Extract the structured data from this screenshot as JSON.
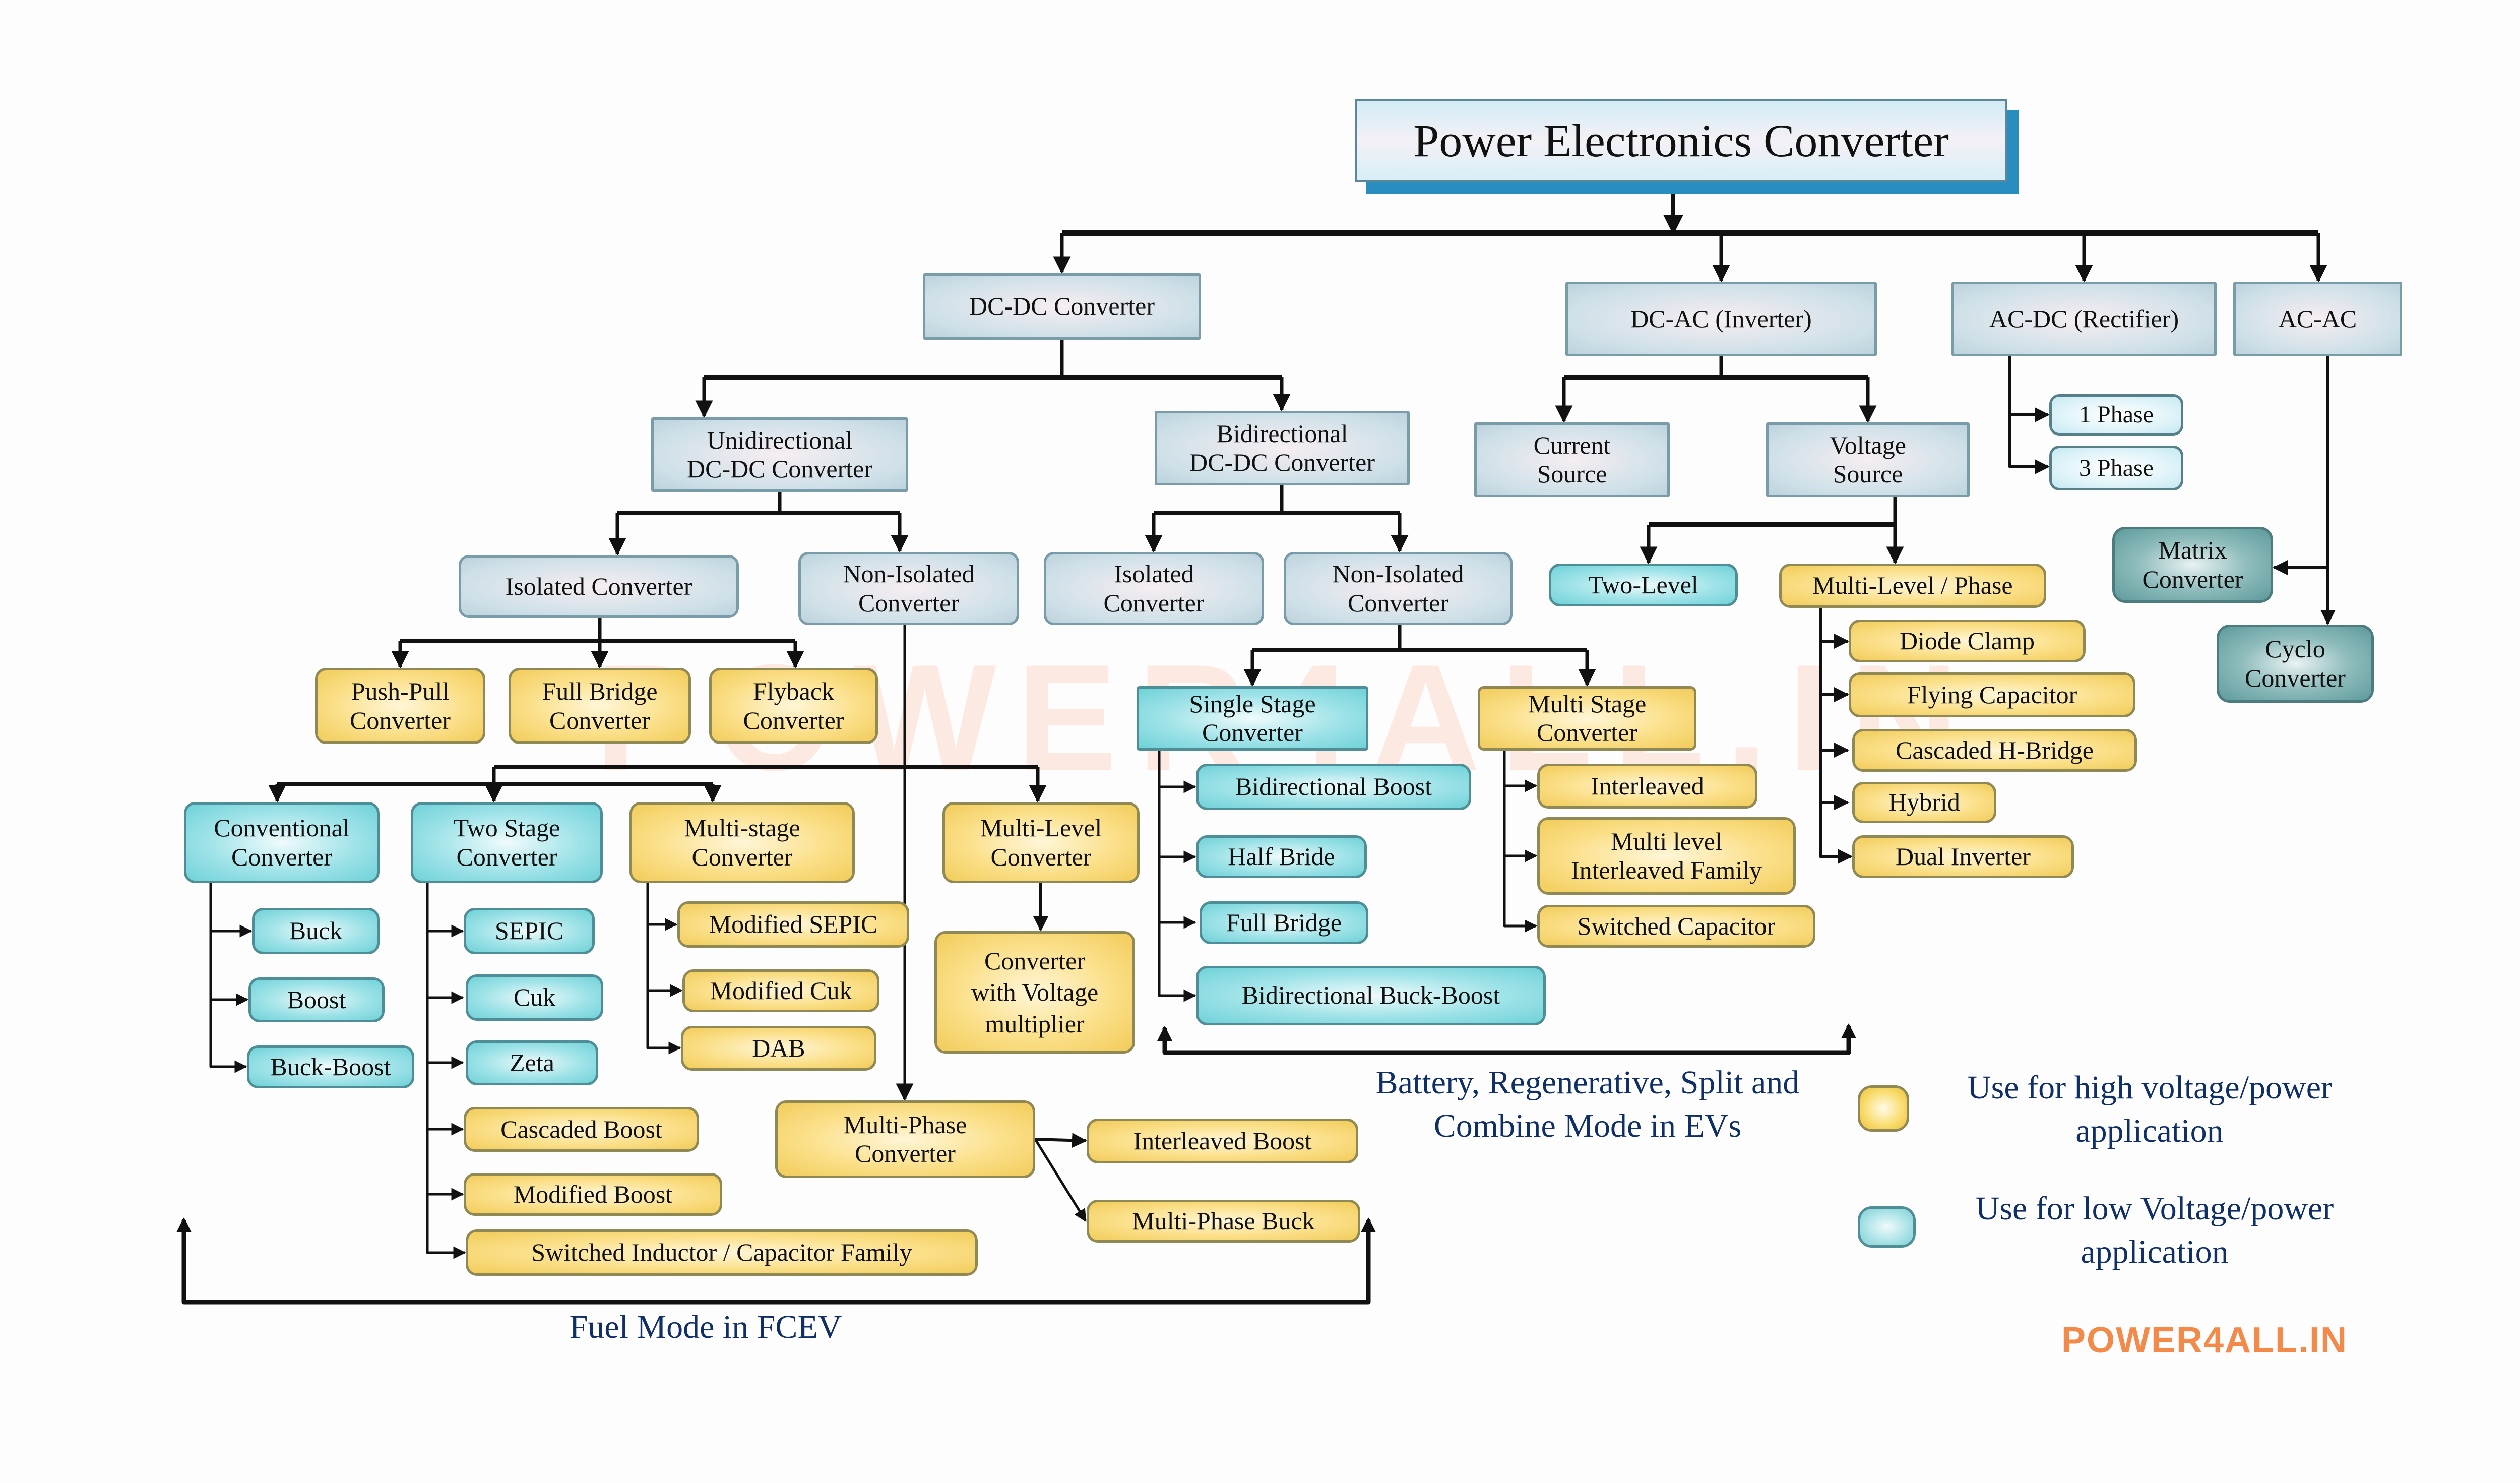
{
  "title": "Power Electronics Converter",
  "watermark": "POWER4ALL.IN",
  "brand": "POWER4ALL.IN",
  "colors": {
    "high_power": "#f7d56a",
    "low_power": "#8fdde3",
    "category": "#cfe0e8",
    "ac_ac": "#6fa4a5",
    "caption_text": "#0f2f66",
    "brand": "#f48a4a",
    "title_shadow": "#2a8dbf"
  },
  "nodes": {
    "dcdc": "DC-DC Converter",
    "dcac": "DC-AC (Inverter)",
    "acdc": "AC-DC (Rectifier)",
    "acac": "AC-AC",
    "unidirectional": "Unidirectional\nDC-DC Converter",
    "bidirectional": "Bidirectional\nDC-DC Converter",
    "uni_isolated": "Isolated Converter",
    "uni_nonisolated": "Non-Isolated\nConverter",
    "bi_isolated": "Isolated\nConverter",
    "bi_nonisolated": "Non-Isolated\nConverter",
    "current_source": "Current\nSource",
    "voltage_source": "Voltage\nSource",
    "phase1": "1 Phase",
    "phase3": "3 Phase",
    "two_level": "Two-Level",
    "multi_level_phase": "Multi-Level / Phase",
    "matrix": "Matrix\nConverter",
    "cyclo": "Cyclo\nConverter",
    "push_pull": "Push-Pull\nConverter",
    "full_bridge_conv": "Full Bridge\nConverter",
    "flyback": "Flyback\nConverter",
    "single_stage": "Single Stage\nConverter",
    "multi_stage_b": "Multi Stage\nConverter",
    "diode_clamp": "Diode Clamp",
    "flying_capacitor": "Flying Capacitor",
    "cascaded_hbridge": "Cascaded H-Bridge",
    "hybrid": "Hybrid",
    "dual_inverter": "Dual Inverter",
    "interleaved": "Interleaved",
    "ml_interleaved": "Multi level\nInterleaved Family",
    "switched_capacitor": "Switched Capacitor",
    "bidir_boost": "Bidirectional Boost",
    "half_bride": "Half Bride",
    "full_bridge": "Full Bridge",
    "bidir_buck_boost": "Bidirectional Buck-Boost",
    "conventional": "Conventional\nConverter",
    "two_stage": "Two Stage\nConverter",
    "multi_stage_u": "Multi-stage\nConverter",
    "multi_level_conv": "Multi-Level\nConverter",
    "buck": "Buck",
    "boost": "Boost",
    "buck_boost": "Buck-Boost",
    "sepic": "SEPIC",
    "cuk": "Cuk",
    "zeta": "Zeta",
    "mod_sepic": "Modified SEPIC",
    "mod_cuk": "Modified Cuk",
    "dab": "DAB",
    "cascaded_boost": "Cascaded Boost",
    "modified_boost": "Modified Boost",
    "switched_inductor": "Switched Inductor / Capacitor Family",
    "conv_voltage_mult": "Converter\nwith Voltage\nmultiplier",
    "multi_phase": "Multi-Phase\nConverter",
    "interleaved_boost": "Interleaved Boost",
    "multi_phase_buck": "Multi-Phase Buck"
  },
  "captions": {
    "fuel_mode": "Fuel Mode in FCEV",
    "battery_mode": "Battery, Regenerative, Split and\nCombine Mode in EVs"
  },
  "legend": [
    {
      "swatch": "yellow",
      "label": "Use for high voltage/power\napplication"
    },
    {
      "swatch": "cyan",
      "label": "Use for low Voltage/power\napplication"
    }
  ]
}
